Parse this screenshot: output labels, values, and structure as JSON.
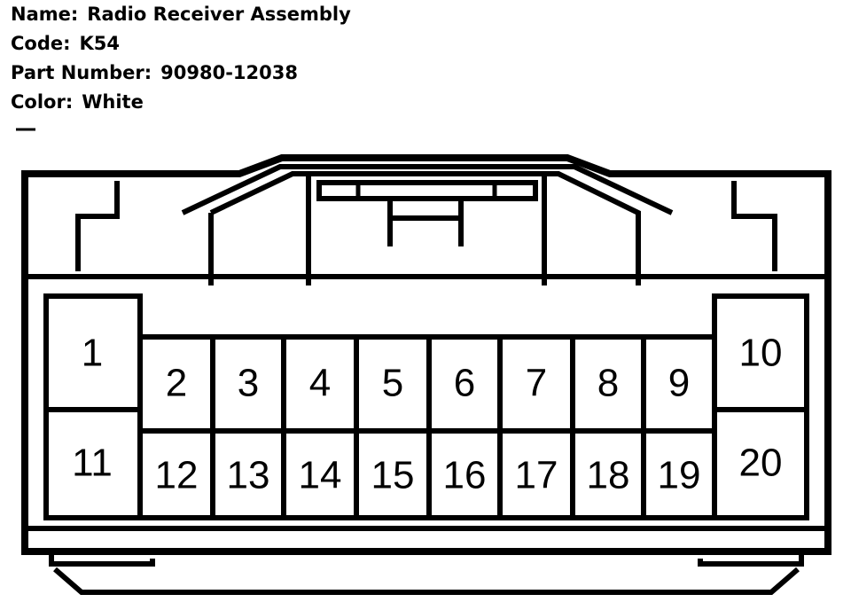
{
  "header": {
    "name_label": "Name:",
    "name_value": "Radio Receiver Assembly",
    "code_label": "Code:",
    "code_value": "K54",
    "part_label": "Part Number:",
    "part_value": "90980-12038",
    "color_label": "Color:",
    "color_value": "White"
  },
  "pins": [
    {
      "label": "1"
    },
    {
      "label": "2"
    },
    {
      "label": "3"
    },
    {
      "label": "4"
    },
    {
      "label": "5"
    },
    {
      "label": "6"
    },
    {
      "label": "7"
    },
    {
      "label": "8"
    },
    {
      "label": "9"
    },
    {
      "label": "10"
    },
    {
      "label": "11"
    },
    {
      "label": "12"
    },
    {
      "label": "13"
    },
    {
      "label": "14"
    },
    {
      "label": "15"
    },
    {
      "label": "16"
    },
    {
      "label": "17"
    },
    {
      "label": "18"
    },
    {
      "label": "19"
    },
    {
      "label": "20"
    }
  ]
}
